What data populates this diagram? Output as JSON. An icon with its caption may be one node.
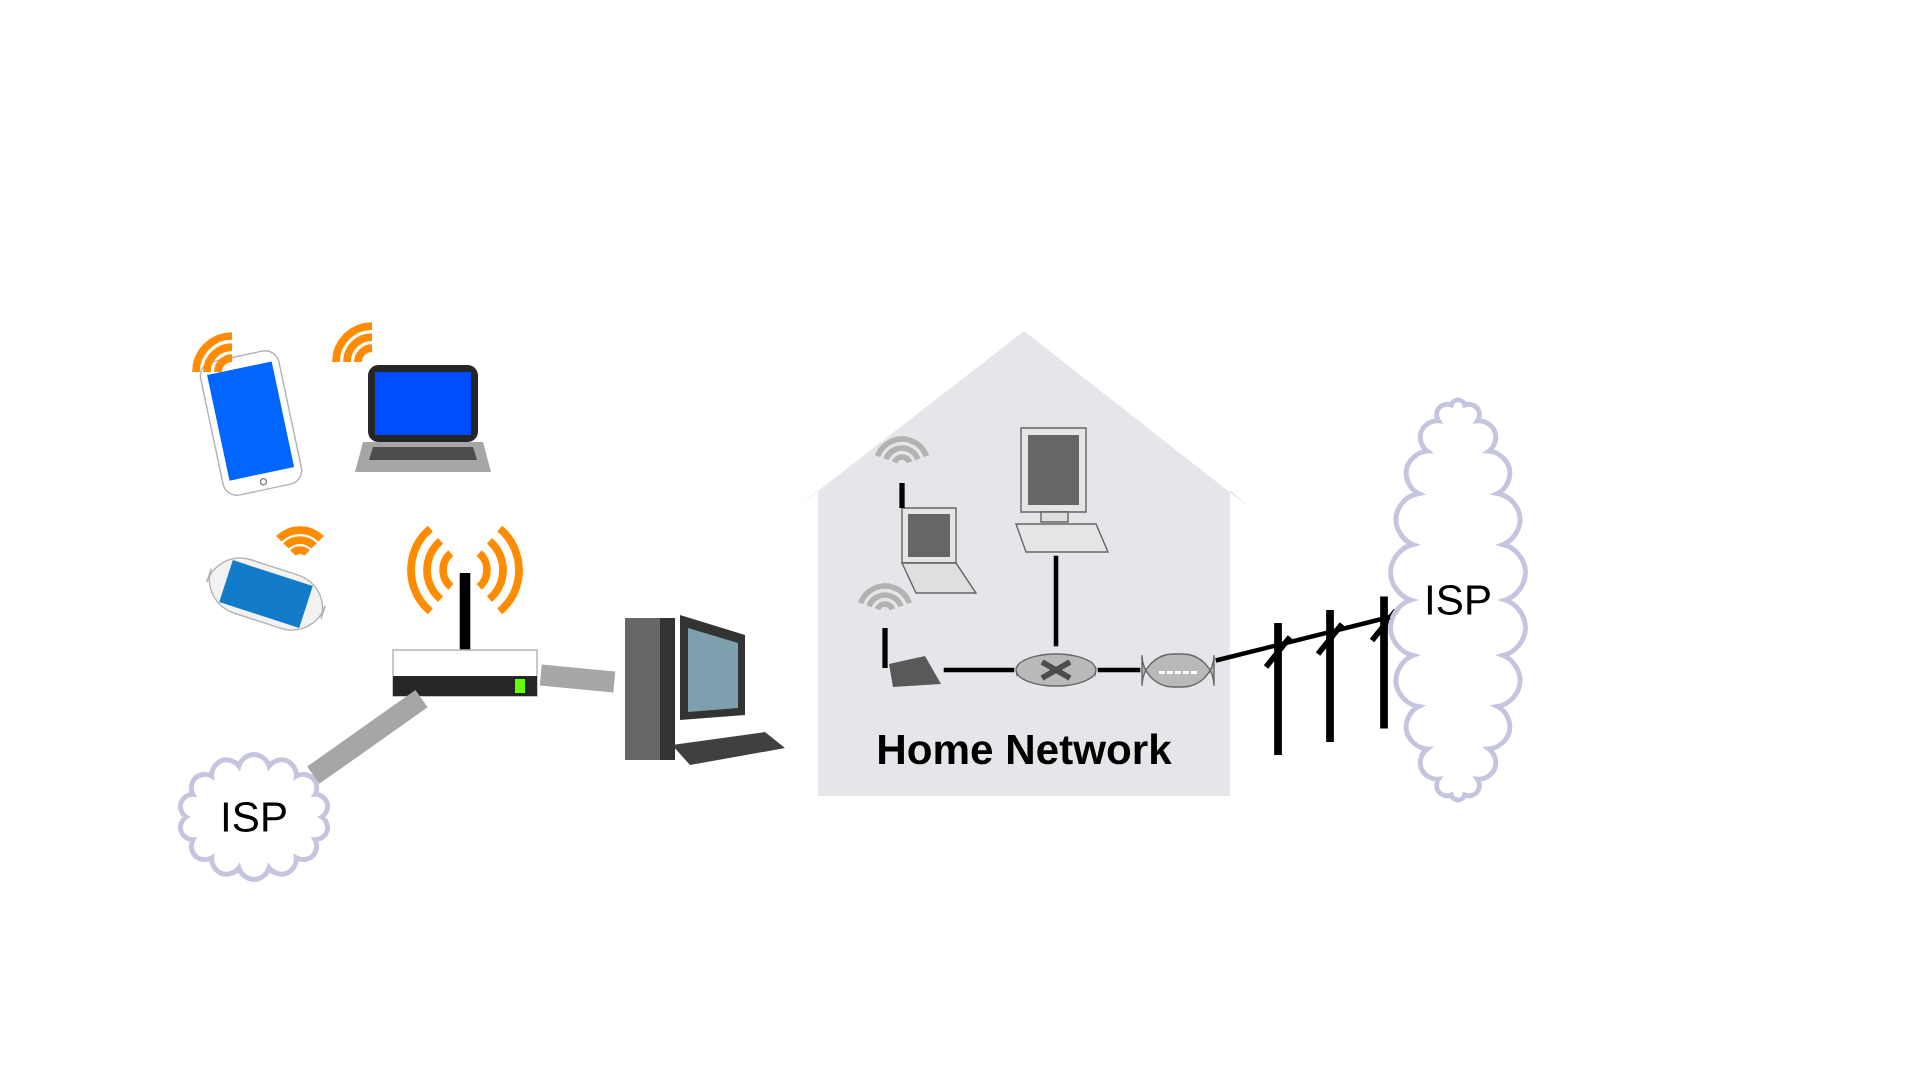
{
  "diagram": {
    "nodes": [
      {
        "text": [
          "ISP"
        ]
      },
      {
        "text": [],
        "shape": "picture"
      },
      {
        "text": [],
        "shape": "picture"
      },
      {
        "text": [],
        "shape": "picture"
      },
      {
        "text": [],
        "shape": "picture"
      },
      {
        "text": [],
        "shape": "picture"
      },
      {
        "text": [
          "Home Network"
        ]
      },
      {
        "text": [],
        "shape": "picture",
        "in": 6
      },
      {
        "text": [],
        "shape": "picture",
        "in": 6
      },
      {
        "text": [],
        "shape": "picture",
        "in": 6
      },
      {
        "text": [],
        "shape": "picture",
        "in": 6
      },
      {
        "text": [],
        "shape": "picture",
        "in": 6
      },
      {
        "text": [
          "ISP"
        ]
      }
    ],
    "edges": [
      {
        "from": 1,
        "to": 0,
        "arrow": "none",
        "style": "thick",
        "color": "#a6a6a6"
      },
      {
        "from": 1,
        "to": 5,
        "arrow": "none",
        "style": "thick",
        "color": "#a6a6a6"
      },
      {
        "from": 7,
        "to": 10,
        "arrow": "none"
      },
      {
        "from": 9,
        "to": 10,
        "arrow": "none"
      },
      {
        "from": 10,
        "to": 11,
        "arrow": "none"
      },
      {
        "from": 11,
        "to": 12,
        "arrow": "none"
      }
    ]
  }
}
